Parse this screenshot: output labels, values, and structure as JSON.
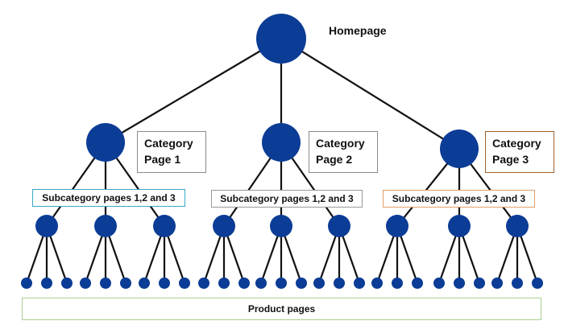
{
  "diagram": {
    "root_label": "Homepage",
    "categories": [
      {
        "label_line1": "Category",
        "label_line2": "Page 1",
        "subcategory_label": "Subcategory pages 1,2 and 3"
      },
      {
        "label_line1": "Category",
        "label_line2": "Page 2",
        "subcategory_label": "Subcategory pages 1,2 and 3"
      },
      {
        "label_line1": "Category",
        "label_line2": "Page 3",
        "subcategory_label": "Subcategory pages 1,2 and 3"
      }
    ],
    "products_label": "Product pages",
    "colors": {
      "node": "#0b3c96",
      "line": "#111111",
      "category_1_border": "#8a8a8a",
      "category_3_border": "#a0612a",
      "subcategory_1_border": "#39a8c7",
      "subcategory_3_border": "#e0a06a",
      "products_border": "#a9cf8e"
    }
  }
}
